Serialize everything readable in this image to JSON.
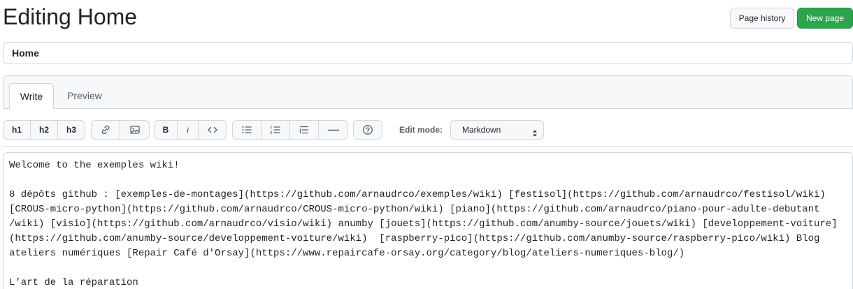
{
  "header": {
    "title": "Editing Home",
    "page_history_label": "Page history",
    "new_page_label": "New page"
  },
  "title_input": {
    "value": "Home"
  },
  "tabs": [
    {
      "label": "Write",
      "active": true
    },
    {
      "label": "Preview",
      "active": false
    }
  ],
  "toolbar": {
    "h1": "h1",
    "h2": "h2",
    "h3": "h3",
    "bold": "B",
    "italic": "i",
    "edit_mode_label": "Edit mode:",
    "edit_mode_value": "Markdown",
    "icons": [
      "link-icon",
      "image-icon",
      "code-icon",
      "unordered-list-icon",
      "ordered-list-icon",
      "task-list-icon",
      "horizontal-rule-icon",
      "help-icon"
    ]
  },
  "editor": {
    "lines": [
      "Welcome to the exemples wiki!",
      "",
      "8 dépôts github : [exemples-de-montages](https://github.com/arnaudrco/exemples/wiki) [festisol](https://github.com/arnaudrco/festisol/wiki)",
      "[CROUS-micro-python](https://github.com/arnaudrco/CROUS-micro-python/wiki) [piano](https://github.com/arnaudrco/piano-pour-adulte-debutant",
      "/wiki) [visio](https://github.com/arnaudrco/visio/wiki) anumby [jouets](https://github.com/anumby-source/jouets/wiki) [developpement-voiture]",
      "(https://github.com/anumby-source/developpement-voiture/wiki)  [raspberry-pico](https://github.com/anumby-source/raspberry-pico/wiki) Blog",
      "ateliers numériques [Repair Café d'Orsay](https://www.repaircafe-orsay.org/category/blog/ateliers-numeriques-blog/)",
      "",
      "L’art de la réparation"
    ]
  },
  "colors": {
    "accent_green": "#2da44e",
    "border": "#d0d7de",
    "muted_bg": "#f6f8fa"
  }
}
